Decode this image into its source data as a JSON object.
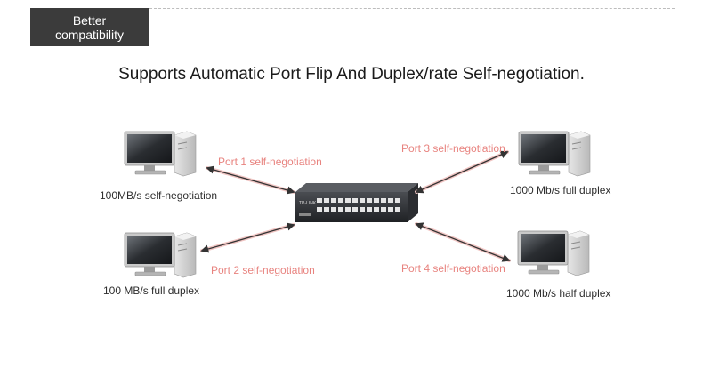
{
  "badge": {
    "line1": "Better",
    "line2": "compatibility"
  },
  "headline": "Supports Automatic Port Flip And Duplex/rate Self-negotiation.",
  "device_logo": "TP-LINK",
  "ports": {
    "p1": "Port 1 self-negotiation",
    "p2": "Port 2 self-negotiation",
    "p3": "Port 3 self-negotiation",
    "p4": "Port 4 self-negotiation"
  },
  "computers": {
    "c1": "100MB/s self-negotiation",
    "c2": "100 MB/s full duplex",
    "c3": "1000 Mb/s full duplex",
    "c4": "1000 Mb/s half duplex"
  },
  "colors": {
    "label": "#e8837f",
    "arrow": "#333333",
    "badge": "#3b3b3b"
  }
}
